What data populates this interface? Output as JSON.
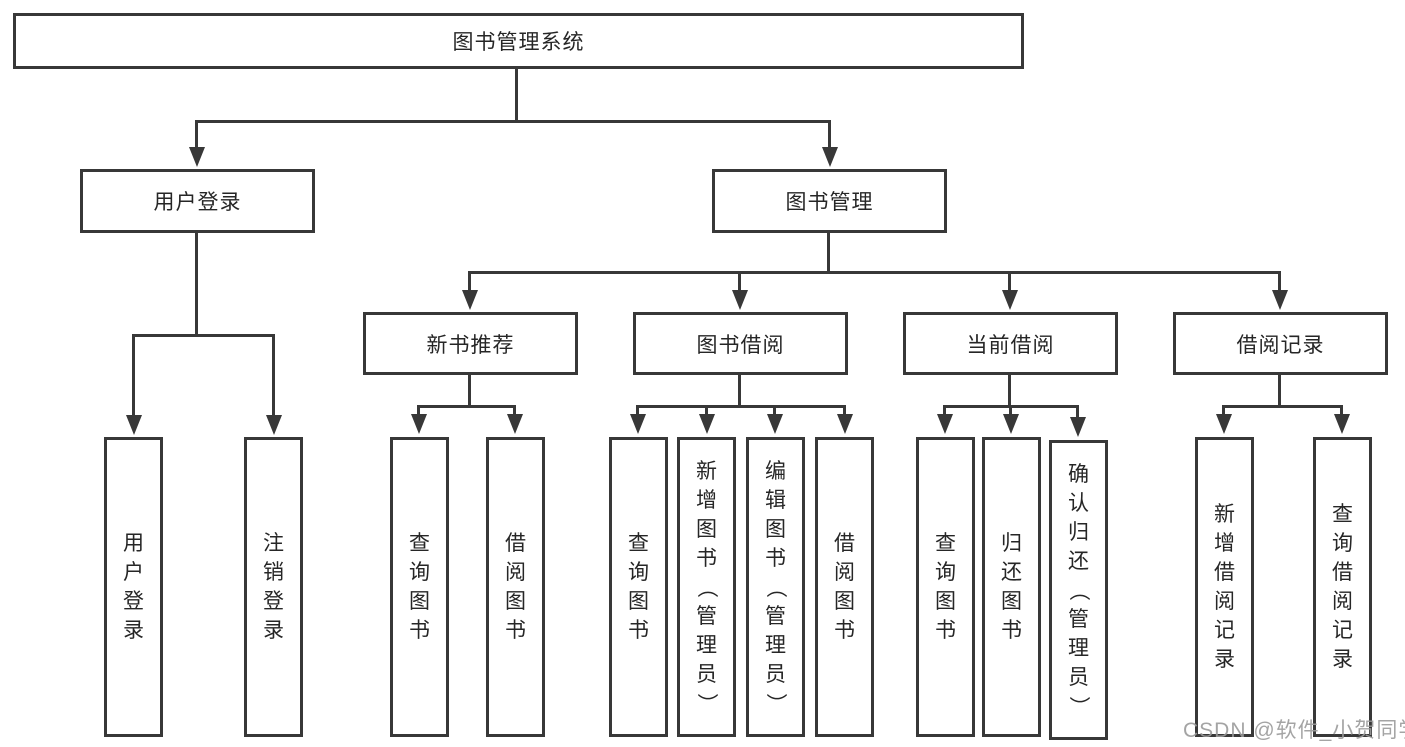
{
  "colors": {
    "line": "#383838",
    "text": "#262626",
    "watermark": "#9b9b9b",
    "background": "#ffffff"
  },
  "watermark": {
    "text": "CSDN @软件_小贺同学"
  },
  "tree": {
    "label": "图书管理系统",
    "children": [
      {
        "label": "用户登录",
        "children": [
          {
            "label": "用户登录"
          },
          {
            "label": "注销登录"
          }
        ]
      },
      {
        "label": "图书管理",
        "children": [
          {
            "label": "新书推荐",
            "children": [
              {
                "label": "查询图书"
              },
              {
                "label": "借阅图书"
              }
            ]
          },
          {
            "label": "图书借阅",
            "children": [
              {
                "label": "查询图书"
              },
              {
                "label": "新增图书（管理员）"
              },
              {
                "label": "编辑图书（管理员）"
              },
              {
                "label": "借阅图书"
              }
            ]
          },
          {
            "label": "当前借阅",
            "children": [
              {
                "label": "查询图书"
              },
              {
                "label": "归还图书"
              },
              {
                "label": "确认归还（管理员）"
              }
            ]
          },
          {
            "label": "借阅记录",
            "children": [
              {
                "label": "新增借阅记录"
              },
              {
                "label": "查询借阅记录"
              }
            ]
          }
        ]
      }
    ]
  }
}
